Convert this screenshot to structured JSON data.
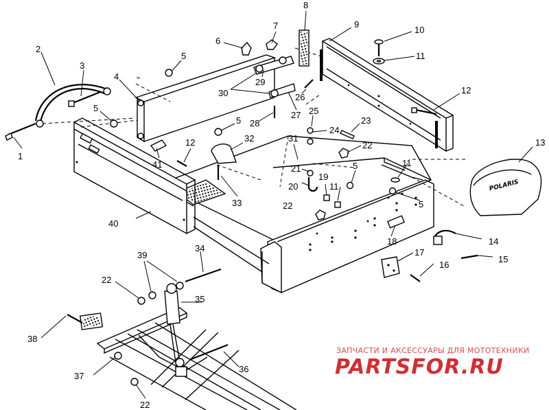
{
  "diagram": {
    "type": "exploded parts diagram",
    "callouts": [
      {
        "id": "c1",
        "label": "1"
      },
      {
        "id": "c2",
        "label": "2"
      },
      {
        "id": "c3",
        "label": "3"
      },
      {
        "id": "c4",
        "label": "4"
      },
      {
        "id": "c5a",
        "label": "5"
      },
      {
        "id": "c5b",
        "label": "5"
      },
      {
        "id": "c5c",
        "label": "5"
      },
      {
        "id": "c5d",
        "label": "5"
      },
      {
        "id": "c5e",
        "label": "5"
      },
      {
        "id": "c6",
        "label": "6"
      },
      {
        "id": "c7",
        "label": "7"
      },
      {
        "id": "c8",
        "label": "8"
      },
      {
        "id": "c9",
        "label": "9"
      },
      {
        "id": "c10",
        "label": "10"
      },
      {
        "id": "c11a",
        "label": "11"
      },
      {
        "id": "c11b",
        "label": "11"
      },
      {
        "id": "c11c",
        "label": "11"
      },
      {
        "id": "c12a",
        "label": "12"
      },
      {
        "id": "c12b",
        "label": "12"
      },
      {
        "id": "c13",
        "label": "13"
      },
      {
        "id": "c14",
        "label": "14"
      },
      {
        "id": "c15",
        "label": "15"
      },
      {
        "id": "c16",
        "label": "16"
      },
      {
        "id": "c17",
        "label": "17"
      },
      {
        "id": "c18",
        "label": "18"
      },
      {
        "id": "c19",
        "label": "19"
      },
      {
        "id": "c20",
        "label": "20"
      },
      {
        "id": "c21",
        "label": "21"
      },
      {
        "id": "c22a",
        "label": "22"
      },
      {
        "id": "c22b",
        "label": "22"
      },
      {
        "id": "c22c",
        "label": "22"
      },
      {
        "id": "c22d",
        "label": "22"
      },
      {
        "id": "c23",
        "label": "23"
      },
      {
        "id": "c24",
        "label": "24"
      },
      {
        "id": "c25",
        "label": "25"
      },
      {
        "id": "c26",
        "label": "26"
      },
      {
        "id": "c27",
        "label": "27"
      },
      {
        "id": "c28",
        "label": "28"
      },
      {
        "id": "c29",
        "label": "29"
      },
      {
        "id": "c30",
        "label": "30"
      },
      {
        "id": "c31",
        "label": "31"
      },
      {
        "id": "c32",
        "label": "32"
      },
      {
        "id": "c33",
        "label": "33"
      },
      {
        "id": "c34",
        "label": "34"
      },
      {
        "id": "c35",
        "label": "35"
      },
      {
        "id": "c36",
        "label": "36"
      },
      {
        "id": "c37",
        "label": "37"
      },
      {
        "id": "c38",
        "label": "38"
      },
      {
        "id": "c39",
        "label": "39"
      },
      {
        "id": "c40",
        "label": "40"
      },
      {
        "id": "c41",
        "label": "41"
      }
    ],
    "badge_text": "POLARIS"
  },
  "watermark": {
    "caption": "ЗАПЧАСТИ И АКСЕССУАРЫ ДЛЯ МОТОТЕХНИКИ",
    "brand": "PARTSFOR.RU",
    "color": "#cf2f35"
  }
}
